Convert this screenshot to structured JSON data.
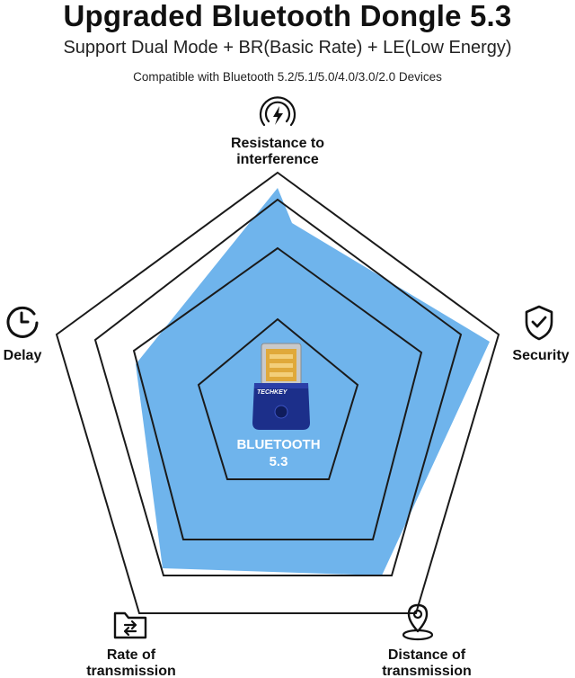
{
  "header": {
    "title": "Upgraded Bluetooth Dongle 5.3",
    "subtitle": "Support Dual Mode + BR(Basic Rate) + LE(Low Energy)",
    "compatibility": "Compatible with Bluetooth 5.2/5.1/5.0/4.0/3.0/2.0 Devices"
  },
  "axes": {
    "interference": {
      "line1": "Resistance to",
      "line2": "interference",
      "icon": "signal-interference-icon"
    },
    "security": {
      "label": "Security",
      "icon": "shield-check-icon"
    },
    "distance": {
      "line1": "Distance of",
      "line2": "transmission",
      "icon": "location-pin-icon"
    },
    "rate": {
      "line1": "Rate of",
      "line2": "transmission",
      "icon": "file-transfer-icon"
    },
    "delay": {
      "label": "Delay",
      "icon": "clock-icon"
    }
  },
  "product": {
    "brand": "TECHKEY",
    "line1": "BLUETOOTH",
    "line2": "5.3"
  },
  "colors": {
    "fill": "#6fb4ec",
    "grid": "#1a1a1a",
    "dongle": "#1c2f8a",
    "connector": "#d9a43a"
  }
}
